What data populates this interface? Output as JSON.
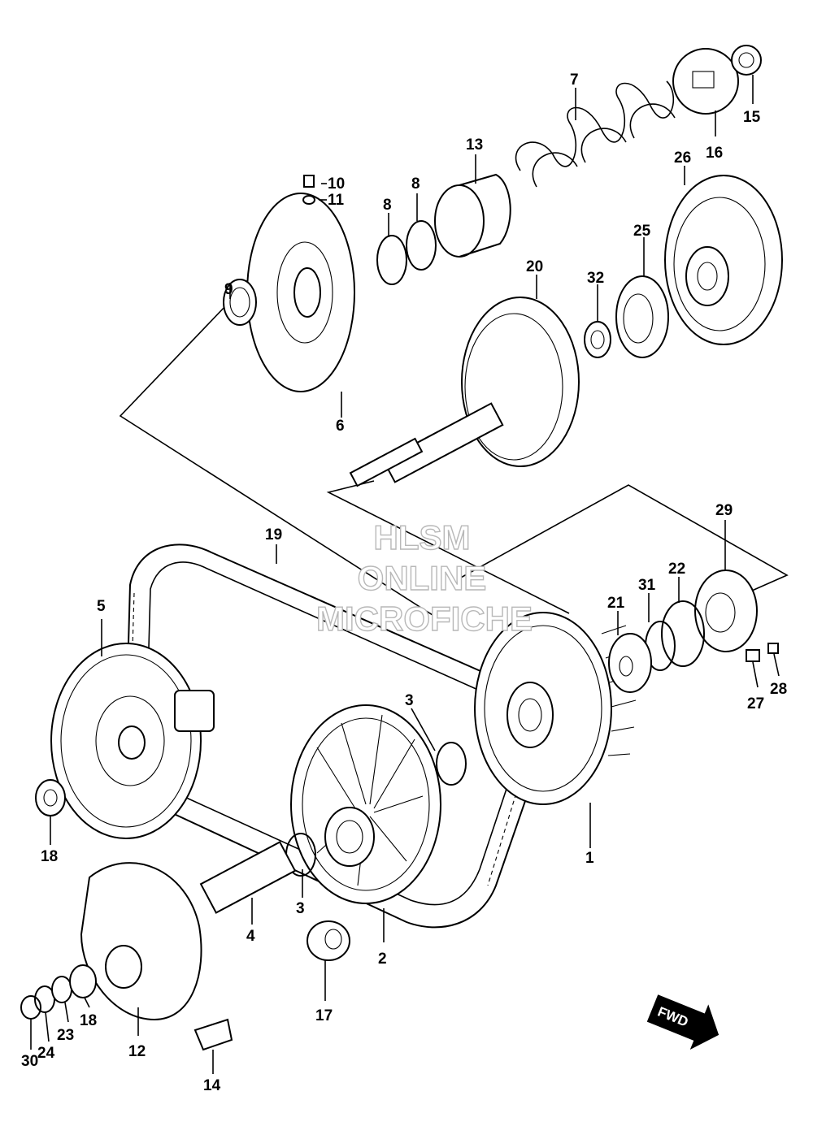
{
  "watermark": {
    "line1": "HLSM",
    "line2": "ONLINE",
    "line3": "MICROFICHE"
  },
  "fwd_label": "FWD",
  "parts": [
    {
      "id": "p1",
      "label": "1"
    },
    {
      "id": "p2",
      "label": "2"
    },
    {
      "id": "p3a",
      "label": "3"
    },
    {
      "id": "p3b",
      "label": "3"
    },
    {
      "id": "p4",
      "label": "4"
    },
    {
      "id": "p5",
      "label": "5"
    },
    {
      "id": "p6",
      "label": "6"
    },
    {
      "id": "p7",
      "label": "7"
    },
    {
      "id": "p8a",
      "label": "8"
    },
    {
      "id": "p8b",
      "label": "8"
    },
    {
      "id": "p9",
      "label": "9"
    },
    {
      "id": "p10",
      "label": "10"
    },
    {
      "id": "p11",
      "label": "11"
    },
    {
      "id": "p12",
      "label": "12"
    },
    {
      "id": "p13",
      "label": "13"
    },
    {
      "id": "p14",
      "label": "14"
    },
    {
      "id": "p15",
      "label": "15"
    },
    {
      "id": "p16",
      "label": "16"
    },
    {
      "id": "p17",
      "label": "17"
    },
    {
      "id": "p18a",
      "label": "18"
    },
    {
      "id": "p18b",
      "label": "18"
    },
    {
      "id": "p19",
      "label": "19"
    },
    {
      "id": "p20",
      "label": "20"
    },
    {
      "id": "p21",
      "label": "21"
    },
    {
      "id": "p22",
      "label": "22"
    },
    {
      "id": "p23",
      "label": "23"
    },
    {
      "id": "p24",
      "label": "24"
    },
    {
      "id": "p25",
      "label": "25"
    },
    {
      "id": "p26",
      "label": "26"
    },
    {
      "id": "p27",
      "label": "27"
    },
    {
      "id": "p28",
      "label": "28"
    },
    {
      "id": "p29",
      "label": "29"
    },
    {
      "id": "p30",
      "label": "30"
    },
    {
      "id": "p31",
      "label": "31"
    },
    {
      "id": "p32",
      "label": "32"
    }
  ]
}
